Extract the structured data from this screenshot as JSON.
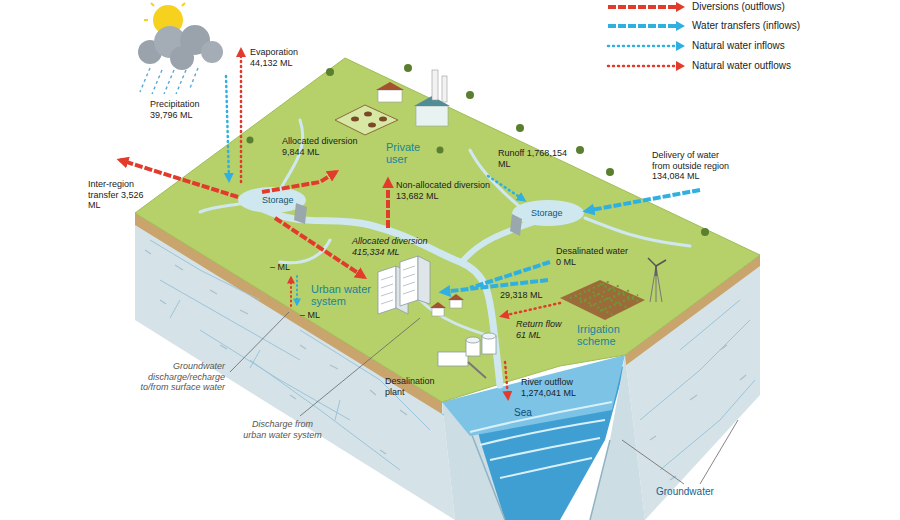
{
  "diagram": {
    "labels": [
      "Precipitation 39,796 ML",
      "Evaporation 44,132 ML",
      "Inter-region transfer 3,526 ML",
      "Allocated diversion 9,844 ML",
      "Private user",
      "Non-allocated diversion 13,682 ML",
      "Storage",
      "Runoff 1,768,154 ML",
      "Delivery of water from outside region 134,084 ML",
      "Storage",
      "Allocated diversion 415,334 ML",
      "Desalinated water 0 ML",
      "– ML",
      "– ML",
      "Urban water system",
      "29,318 ML",
      "Return flow 61 ML",
      "Irrigation scheme",
      "Groundwater discharge/recharge to/from surface water",
      "River outflow 1,274,041 ML",
      "Desalination plant",
      "Sea",
      "Discharge from urban water system",
      "Groundwater"
    ],
    "legend": [
      {
        "text": "Diversions (outflows)"
      },
      {
        "text": "Water transfers (inflows)"
      },
      {
        "text": "Natural water inflows"
      },
      {
        "text": "Natural water outflows"
      }
    ]
  }
}
